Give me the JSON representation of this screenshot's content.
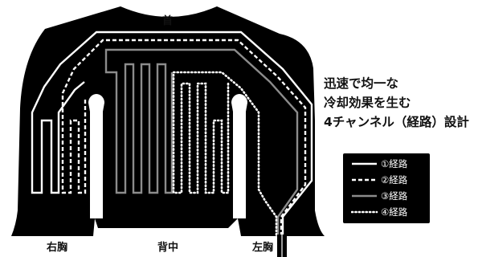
{
  "labels": {
    "neck": "首",
    "right_chest": "右胸",
    "back": "背中",
    "left_chest": "左胸"
  },
  "headline": {
    "line1": "迅速で均一な",
    "line2": "冷却効果を生む",
    "line3": "4チャンネル（経路）設計"
  },
  "legend": [
    {
      "label": "①経路",
      "style": "solid"
    },
    {
      "label": "②経路",
      "style": "dashed"
    },
    {
      "label": "③経路",
      "style": "gray"
    },
    {
      "label": "④経路",
      "style": "dotted"
    }
  ],
  "colors": {
    "garment": "#000000",
    "route_solid": "#ffffff",
    "route_gray": "#8c8c8c"
  }
}
